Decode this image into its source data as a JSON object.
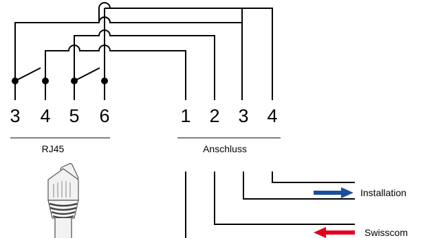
{
  "rj45": {
    "pins": [
      "3",
      "4",
      "5",
      "6"
    ],
    "label": "RJ45"
  },
  "connection": {
    "pins": [
      "1",
      "2",
      "3",
      "4"
    ],
    "label": "Anschluss"
  },
  "outputs": {
    "installation": {
      "label": "Installation",
      "arrow_direction": "right",
      "arrow_color": "#1a4f9c"
    },
    "swisscom": {
      "label": "Swisscom",
      "arrow_direction": "left",
      "arrow_color": "#e3001b"
    }
  },
  "icons": {
    "connector": "rj45-plug-icon"
  }
}
